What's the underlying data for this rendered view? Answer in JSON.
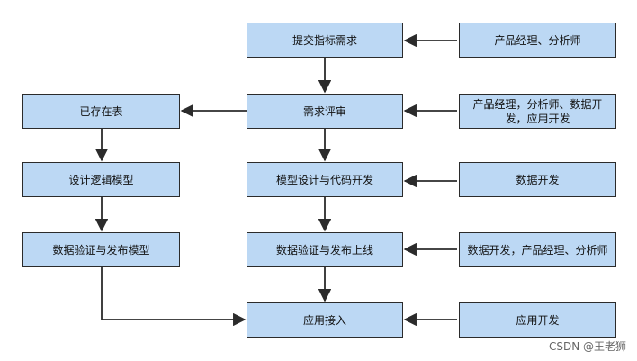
{
  "nodes": {
    "submit_request": "提交指标需求",
    "request_review": "需求评审",
    "existing_table": "已存在表",
    "model_design_code": "模型设计与代码开发",
    "logical_model_design": "设计逻辑模型",
    "data_verify_release_online": "数据验证与发布上线",
    "data_verify_release_model": "数据验证与发布模型",
    "app_access": "应用接入"
  },
  "roles": {
    "r1": "产品经理、分析师",
    "r2": "产品经理，分析师、数据开发，应用开发",
    "r3": "数据开发",
    "r4": "数据开发，产品经理、分析师",
    "r5": "应用开发"
  },
  "colors": {
    "box_fill": "#bcd8f4",
    "box_border": "#2b2b2b",
    "edge": "#2b2b2b"
  },
  "watermark": "CSDN @王老狮"
}
